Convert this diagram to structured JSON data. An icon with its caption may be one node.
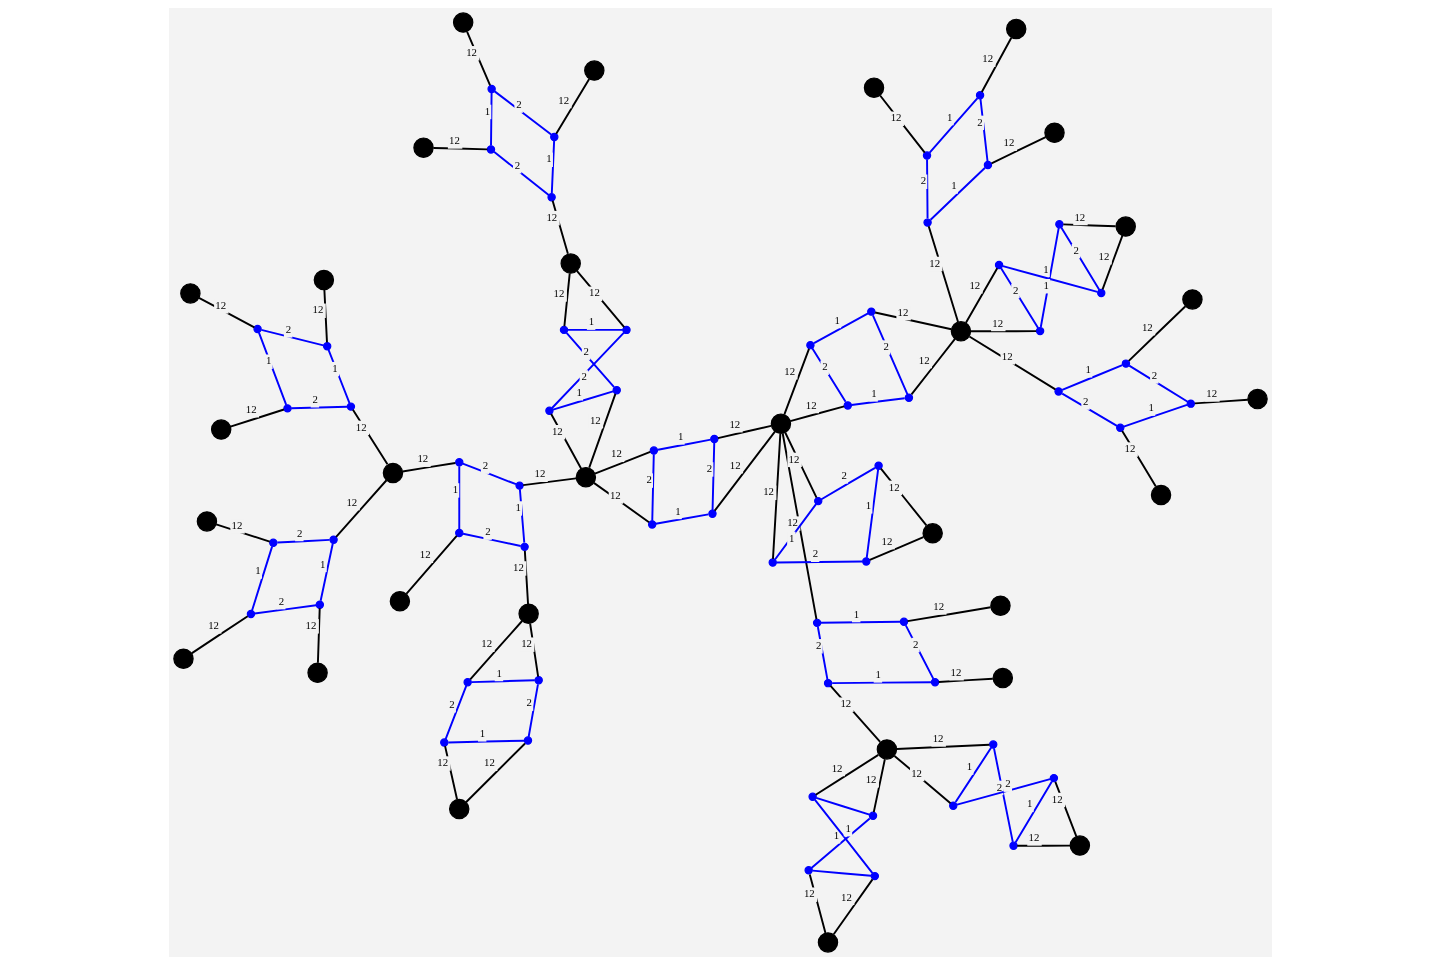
{
  "diagram": {
    "nodes": [
      {
        "text": [],
        "shape": "circle"
      },
      {
        "text": [],
        "shape": "dot"
      },
      {
        "text": [],
        "shape": "dot"
      },
      {
        "text": [],
        "shape": "dot"
      },
      {
        "text": [],
        "shape": "dot"
      },
      {
        "text": [],
        "shape": "circle"
      },
      {
        "text": [],
        "shape": "dot"
      },
      {
        "text": [],
        "shape": "dot"
      },
      {
        "text": [],
        "shape": "dot"
      },
      {
        "text": [],
        "shape": "dot"
      },
      {
        "text": [],
        "shape": "circle"
      },
      {
        "text": [],
        "shape": "circle"
      },
      {
        "text": [],
        "shape": "dot"
      },
      {
        "text": [],
        "shape": "dot"
      },
      {
        "text": [],
        "shape": "dot"
      },
      {
        "text": [],
        "shape": "dot"
      },
      {
        "text": [],
        "shape": "circle"
      },
      {
        "text": [],
        "shape": "circle"
      },
      {
        "text": [],
        "shape": "dot"
      },
      {
        "text": [],
        "shape": "dot"
      },
      {
        "text": [],
        "shape": "dot"
      },
      {
        "text": [],
        "shape": "dot"
      },
      {
        "text": [],
        "shape": "circle"
      },
      {
        "text": [],
        "shape": "circle"
      },
      {
        "text": [],
        "shape": "circle"
      },
      {
        "text": [],
        "shape": "circle"
      },
      {
        "text": [],
        "shape": "dot"
      },
      {
        "text": [],
        "shape": "dot"
      },
      {
        "text": [],
        "shape": "dot"
      },
      {
        "text": [],
        "shape": "dot"
      },
      {
        "text": [],
        "shape": "circle"
      },
      {
        "text": [],
        "shape": "circle"
      },
      {
        "text": [],
        "shape": "dot"
      },
      {
        "text": [],
        "shape": "dot"
      },
      {
        "text": [],
        "shape": "dot"
      },
      {
        "text": [],
        "shape": "dot"
      },
      {
        "text": [],
        "shape": "circle"
      },
      {
        "text": [],
        "shape": "dot"
      },
      {
        "text": [],
        "shape": "dot"
      },
      {
        "text": [],
        "shape": "dot"
      },
      {
        "text": [],
        "shape": "dot"
      },
      {
        "text": [],
        "shape": "circle"
      },
      {
        "text": [],
        "shape": "dot"
      },
      {
        "text": [],
        "shape": "dot"
      },
      {
        "text": [],
        "shape": "dot"
      },
      {
        "text": [],
        "shape": "dot"
      },
      {
        "text": [],
        "shape": "circle"
      },
      {
        "text": [],
        "shape": "dot"
      },
      {
        "text": [],
        "shape": "dot"
      },
      {
        "text": [],
        "shape": "dot"
      },
      {
        "text": [],
        "shape": "dot"
      },
      {
        "text": [],
        "shape": "circle"
      },
      {
        "text": [],
        "shape": "circle"
      },
      {
        "text": [],
        "shape": "dot"
      },
      {
        "text": [],
        "shape": "dot"
      },
      {
        "text": [],
        "shape": "dot"
      },
      {
        "text": [],
        "shape": "dot"
      },
      {
        "text": [],
        "shape": "circle"
      },
      {
        "text": [],
        "shape": "circle"
      },
      {
        "text": [],
        "shape": "circle"
      },
      {
        "text": [],
        "shape": "dot"
      },
      {
        "text": [],
        "shape": "dot"
      },
      {
        "text": [],
        "shape": "dot"
      },
      {
        "text": [],
        "shape": "dot"
      },
      {
        "text": [],
        "shape": "circle"
      },
      {
        "text": [],
        "shape": "dot"
      },
      {
        "text": [],
        "shape": "dot"
      },
      {
        "text": [],
        "shape": "dot"
      },
      {
        "text": [],
        "shape": "dot"
      },
      {
        "text": [],
        "shape": "circle"
      },
      {
        "text": [],
        "shape": "dot"
      },
      {
        "text": [],
        "shape": "dot"
      },
      {
        "text": [],
        "shape": "dot"
      },
      {
        "text": [],
        "shape": "dot"
      },
      {
        "text": [],
        "shape": "circle"
      },
      {
        "text": [],
        "shape": "circle"
      },
      {
        "text": [],
        "shape": "circle"
      },
      {
        "text": [],
        "shape": "dot"
      },
      {
        "text": [],
        "shape": "dot"
      },
      {
        "text": [],
        "shape": "dot"
      },
      {
        "text": [],
        "shape": "dot"
      },
      {
        "text": [],
        "shape": "circle"
      },
      {
        "text": [],
        "shape": "circle"
      },
      {
        "text": [],
        "shape": "dot"
      },
      {
        "text": [],
        "shape": "dot"
      },
      {
        "text": [],
        "shape": "dot"
      },
      {
        "text": [],
        "shape": "dot"
      },
      {
        "text": [],
        "shape": "circle"
      },
      {
        "text": [],
        "shape": "circle"
      },
      {
        "text": [],
        "shape": "circle"
      }
    ],
    "edges": [
      {
        "from": 1,
        "to": 2,
        "arrow": "none",
        "color": "#0000ff"
      },
      {
        "from": 2,
        "to": 3,
        "arrow": "none",
        "label": "1",
        "color": "#0000ff"
      },
      {
        "from": 3,
        "to": 4,
        "arrow": "none",
        "color": "#0000ff"
      },
      {
        "from": 1,
        "to": 4,
        "arrow": "none",
        "label": "1",
        "color": "#0000ff"
      },
      {
        "from": 0,
        "to": 1,
        "arrow": "none",
        "label": "12",
        "color": "#000000"
      },
      {
        "from": 0,
        "to": 2,
        "arrow": "none",
        "label": "12",
        "color": "#000000"
      },
      {
        "from": 10,
        "to": 4,
        "arrow": "none",
        "label": "12",
        "color": "#000000"
      },
      {
        "from": 10,
        "to": 3,
        "arrow": "none",
        "label": "12",
        "color": "#000000"
      },
      {
        "from": 6,
        "to": 7,
        "arrow": "none",
        "label": "2",
        "color": "#0000ff"
      },
      {
        "from": 7,
        "to": 8,
        "arrow": "none",
        "label": "1",
        "color": "#0000ff"
      },
      {
        "from": 8,
        "to": 9,
        "arrow": "none",
        "label": "2",
        "color": "#0000ff"
      },
      {
        "from": 6,
        "to": 9,
        "arrow": "none",
        "label": "1",
        "color": "#0000ff"
      },
      {
        "from": 5,
        "to": 6,
        "arrow": "none",
        "label": "12",
        "color": "#000000"
      },
      {
        "from": 5,
        "to": 9,
        "arrow": "none",
        "label": "12",
        "color": "#000000"
      },
      {
        "from": 10,
        "to": 7,
        "arrow": "none",
        "label": "12",
        "color": "#000000"
      },
      {
        "from": 10,
        "to": 8,
        "arrow": "none",
        "label": "12",
        "color": "#000000"
      },
      {
        "from": 12,
        "to": 13,
        "arrow": "none",
        "label": "1",
        "color": "#0000ff"
      },
      {
        "from": 13,
        "to": 14,
        "arrow": "none",
        "label": "2",
        "color": "#0000ff"
      },
      {
        "from": 14,
        "to": 15,
        "arrow": "none",
        "label": "1",
        "color": "#0000ff"
      },
      {
        "from": 12,
        "to": 15,
        "arrow": "none",
        "label": "2",
        "color": "#0000ff"
      },
      {
        "from": 10,
        "to": 12,
        "arrow": "none",
        "label": "12",
        "color": "#000000"
      },
      {
        "from": 13,
        "to": 11,
        "arrow": "none",
        "label": "12",
        "color": "#000000"
      },
      {
        "from": 14,
        "to": 16,
        "arrow": "none",
        "label": "12",
        "color": "#000000"
      },
      {
        "from": 15,
        "to": 31,
        "arrow": "none",
        "label": "12",
        "color": "#000000"
      },
      {
        "from": 18,
        "to": 21,
        "arrow": "none",
        "label": "1",
        "color": "#0000ff"
      },
      {
        "from": 18,
        "to": 19,
        "arrow": "none",
        "label": "2",
        "color": "#0000ff"
      },
      {
        "from": 19,
        "to": 20,
        "arrow": "none",
        "label": "1",
        "color": "#0000ff"
      },
      {
        "from": 20,
        "to": 21,
        "arrow": "none",
        "label": "2",
        "color": "#0000ff"
      },
      {
        "from": 18,
        "to": 17,
        "arrow": "none",
        "label": "12",
        "color": "#000000"
      },
      {
        "from": 21,
        "to": 22,
        "arrow": "none",
        "label": "12",
        "color": "#000000"
      },
      {
        "from": 19,
        "to": 23,
        "arrow": "none",
        "label": "12",
        "color": "#000000"
      },
      {
        "from": 20,
        "to": 46,
        "arrow": "none",
        "label": "12",
        "color": "#000000"
      },
      {
        "from": 26,
        "to": 27,
        "arrow": "none",
        "label": "1",
        "color": "#0000ff"
      },
      {
        "from": 27,
        "to": 28,
        "arrow": "none",
        "label": "2",
        "color": "#0000ff"
      },
      {
        "from": 28,
        "to": 29,
        "arrow": "none",
        "label": "1",
        "color": "#0000ff"
      },
      {
        "from": 26,
        "to": 29,
        "arrow": "none",
        "label": "2",
        "color": "#0000ff"
      },
      {
        "from": 26,
        "to": 24,
        "arrow": "none",
        "label": "12",
        "color": "#000000"
      },
      {
        "from": 27,
        "to": 25,
        "arrow": "none",
        "label": "12",
        "color": "#000000"
      },
      {
        "from": 29,
        "to": 30,
        "arrow": "none",
        "label": "12",
        "color": "#000000"
      },
      {
        "from": 28,
        "to": 46,
        "arrow": "none",
        "label": "12",
        "color": "#000000"
      },
      {
        "from": 32,
        "to": 33,
        "arrow": "none",
        "label": "2",
        "color": "#0000ff"
      },
      {
        "from": 33,
        "to": 34,
        "arrow": "none",
        "label": "1",
        "color": "#0000ff"
      },
      {
        "from": 34,
        "to": 35,
        "arrow": "none",
        "label": "2",
        "color": "#0000ff"
      },
      {
        "from": 32,
        "to": 35,
        "arrow": "none",
        "label": "1",
        "color": "#0000ff"
      },
      {
        "from": 31,
        "to": 32,
        "arrow": "none",
        "label": "12",
        "color": "#000000"
      },
      {
        "from": 31,
        "to": 35,
        "arrow": "none",
        "label": "12",
        "color": "#000000"
      },
      {
        "from": 33,
        "to": 36,
        "arrow": "none",
        "label": "12",
        "color": "#000000"
      },
      {
        "from": 34,
        "to": 36,
        "arrow": "none",
        "label": "12",
        "color": "#000000"
      },
      {
        "from": 37,
        "to": 38,
        "arrow": "none",
        "label": "1",
        "color": "#0000ff"
      },
      {
        "from": 38,
        "to": 39,
        "arrow": "none",
        "label": "2",
        "color": "#0000ff"
      },
      {
        "from": 39,
        "to": 40,
        "arrow": "none",
        "label": "1",
        "color": "#0000ff"
      },
      {
        "from": 37,
        "to": 40,
        "arrow": "none",
        "label": "2",
        "color": "#0000ff"
      },
      {
        "from": 31,
        "to": 37,
        "arrow": "none",
        "label": "12",
        "color": "#000000"
      },
      {
        "from": 31,
        "to": 40,
        "arrow": "none",
        "label": "12",
        "color": "#000000"
      },
      {
        "from": 38,
        "to": 41,
        "arrow": "none",
        "label": "12",
        "color": "#000000"
      },
      {
        "from": 39,
        "to": 41,
        "arrow": "none",
        "label": "12",
        "color": "#000000"
      },
      {
        "from": 42,
        "to": 43,
        "arrow": "none",
        "label": "1",
        "color": "#0000ff"
      },
      {
        "from": 43,
        "to": 44,
        "arrow": "none",
        "label": "2",
        "color": "#0000ff"
      },
      {
        "from": 44,
        "to": 45,
        "arrow": "none",
        "label": "1",
        "color": "#0000ff"
      },
      {
        "from": 42,
        "to": 45,
        "arrow": "none",
        "label": "2",
        "color": "#0000ff"
      },
      {
        "from": 46,
        "to": 42,
        "arrow": "none",
        "label": "12",
        "color": "#000000"
      },
      {
        "from": 46,
        "to": 45,
        "arrow": "none",
        "label": "12",
        "color": "#000000"
      },
      {
        "from": 43,
        "to": 31,
        "arrow": "none",
        "label": "12",
        "color": "#000000"
      },
      {
        "from": 44,
        "to": 31,
        "arrow": "none",
        "label": "12",
        "color": "#000000"
      },
      {
        "from": 47,
        "to": 50,
        "arrow": "none",
        "label": "1",
        "color": "#0000ff"
      },
      {
        "from": 47,
        "to": 48,
        "arrow": "none",
        "label": "2",
        "color": "#0000ff"
      },
      {
        "from": 48,
        "to": 49,
        "arrow": "none",
        "label": "1",
        "color": "#0000ff"
      },
      {
        "from": 49,
        "to": 50,
        "arrow": "none",
        "label": "2",
        "color": "#0000ff"
      },
      {
        "from": 46,
        "to": 47,
        "arrow": "none",
        "label": "12",
        "color": "#000000"
      },
      {
        "from": 46,
        "to": 48,
        "arrow": "none",
        "label": "12",
        "color": "#000000"
      },
      {
        "from": 50,
        "to": 51,
        "arrow": "none",
        "label": "12",
        "color": "#000000"
      },
      {
        "from": 49,
        "to": 51,
        "arrow": "none",
        "label": "12",
        "color": "#000000"
      },
      {
        "from": 53,
        "to": 56,
        "arrow": "none",
        "label": "1",
        "color": "#0000ff"
      },
      {
        "from": 53,
        "to": 54,
        "arrow": "none",
        "label": "2",
        "color": "#0000ff"
      },
      {
        "from": 54,
        "to": 55,
        "arrow": "none",
        "label": "1",
        "color": "#0000ff"
      },
      {
        "from": 55,
        "to": 56,
        "arrow": "none",
        "label": "2",
        "color": "#0000ff"
      },
      {
        "from": 53,
        "to": 52,
        "arrow": "none",
        "label": "12",
        "color": "#000000"
      },
      {
        "from": 56,
        "to": 57,
        "arrow": "none",
        "label": "12",
        "color": "#000000"
      },
      {
        "from": 54,
        "to": 58,
        "arrow": "none",
        "label": "12",
        "color": "#000000"
      },
      {
        "from": 55,
        "to": 59,
        "arrow": "none",
        "label": "12",
        "color": "#000000"
      },
      {
        "from": 60,
        "to": 61,
        "arrow": "none",
        "label": "1",
        "color": "#0000ff"
      },
      {
        "from": 61,
        "to": 62,
        "arrow": "none",
        "label": "2",
        "color": "#0000ff"
      },
      {
        "from": 62,
        "to": 63,
        "arrow": "none",
        "label": "1",
        "color": "#0000ff"
      },
      {
        "from": 60,
        "to": 63,
        "arrow": "none",
        "label": "2",
        "color": "#0000ff"
      },
      {
        "from": 59,
        "to": 60,
        "arrow": "none",
        "label": "12",
        "color": "#000000"
      },
      {
        "from": 59,
        "to": 61,
        "arrow": "none",
        "label": "12",
        "color": "#000000"
      },
      {
        "from": 63,
        "to": 41,
        "arrow": "none",
        "label": "12",
        "color": "#000000"
      },
      {
        "from": 62,
        "to": 41,
        "arrow": "none",
        "label": "12",
        "color": "#000000"
      },
      {
        "from": 65,
        "to": 66,
        "arrow": "none",
        "label": "2",
        "color": "#0000ff"
      },
      {
        "from": 66,
        "to": 67,
        "arrow": "none",
        "label": "1",
        "color": "#0000ff"
      },
      {
        "from": 67,
        "to": 68,
        "arrow": "none",
        "label": "2",
        "color": "#0000ff"
      },
      {
        "from": 65,
        "to": 68,
        "arrow": "none",
        "label": "1",
        "color": "#0000ff"
      },
      {
        "from": 64,
        "to": 65,
        "arrow": "none",
        "label": "12",
        "color": "#000000"
      },
      {
        "from": 64,
        "to": 68,
        "arrow": "none",
        "label": "12",
        "color": "#000000"
      },
      {
        "from": 66,
        "to": 69,
        "arrow": "none",
        "label": "12",
        "color": "#000000"
      },
      {
        "from": 67,
        "to": 69,
        "arrow": "none",
        "label": "12",
        "color": "#000000"
      },
      {
        "from": 70,
        "to": 71,
        "arrow": "none",
        "label": "1",
        "color": "#0000ff"
      },
      {
        "from": 71,
        "to": 72,
        "arrow": "none",
        "label": "2",
        "color": "#0000ff"
      },
      {
        "from": 72,
        "to": 73,
        "arrow": "none",
        "label": "1",
        "color": "#0000ff"
      },
      {
        "from": 70,
        "to": 73,
        "arrow": "none",
        "label": "2",
        "color": "#0000ff"
      },
      {
        "from": 41,
        "to": 70,
        "arrow": "none",
        "label": "12",
        "color": "#000000"
      },
      {
        "from": 71,
        "to": 64,
        "arrow": "none",
        "label": "12",
        "color": "#000000"
      },
      {
        "from": 72,
        "to": 74,
        "arrow": "none",
        "label": "12",
        "color": "#000000"
      },
      {
        "from": 73,
        "to": 75,
        "arrow": "none",
        "label": "12",
        "color": "#000000"
      },
      {
        "from": 77,
        "to": 78,
        "arrow": "none",
        "label": "1",
        "color": "#0000ff"
      },
      {
        "from": 78,
        "to": 79,
        "arrow": "none",
        "label": "2",
        "color": "#0000ff"
      },
      {
        "from": 79,
        "to": 80,
        "arrow": "none",
        "label": "1",
        "color": "#0000ff"
      },
      {
        "from": 77,
        "to": 80,
        "arrow": "none",
        "label": "2",
        "color": "#0000ff"
      },
      {
        "from": 77,
        "to": 76,
        "arrow": "none",
        "label": "12",
        "color": "#000000"
      },
      {
        "from": 78,
        "to": 75,
        "arrow": "none",
        "label": "12",
        "color": "#000000"
      },
      {
        "from": 80,
        "to": 81,
        "arrow": "none",
        "label": "12",
        "color": "#000000"
      },
      {
        "from": 79,
        "to": 82,
        "arrow": "none",
        "label": "12",
        "color": "#000000"
      },
      {
        "from": 83,
        "to": 84,
        "arrow": "none",
        "label": "2",
        "color": "#0000ff"
      },
      {
        "from": 84,
        "to": 85,
        "arrow": "none",
        "label": "1",
        "color": "#0000ff"
      },
      {
        "from": 85,
        "to": 86,
        "arrow": "none",
        "label": "2",
        "color": "#0000ff"
      },
      {
        "from": 83,
        "to": 86,
        "arrow": "none",
        "label": "1",
        "color": "#0000ff"
      },
      {
        "from": 75,
        "to": 83,
        "arrow": "none",
        "label": "12",
        "color": "#000000"
      },
      {
        "from": 84,
        "to": 87,
        "arrow": "none",
        "label": "12",
        "color": "#000000"
      },
      {
        "from": 86,
        "to": 88,
        "arrow": "none",
        "label": "12",
        "color": "#000000"
      },
      {
        "from": 85,
        "to": 89,
        "arrow": "none",
        "label": "12",
        "color": "#000000"
      }
    ]
  }
}
